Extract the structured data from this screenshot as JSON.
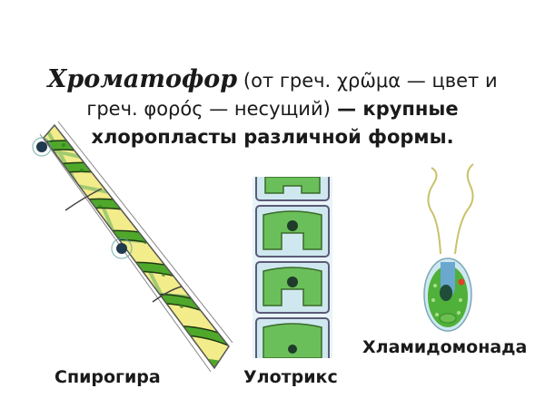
{
  "heading": {
    "term": "Хроматофор",
    "line1_rest": " (от греч. χρῶμα — цвет и",
    "line2_plain": "греч. φορός — несущий)",
    "line2_bold": " — крупные",
    "line3_bold": "хлоропласты различной формы."
  },
  "labels": {
    "spirogyra": "Спирогира",
    "ulothrix": "Улотрикс",
    "chlamydomonas": "Хламидомонада"
  },
  "colors": {
    "chloroplast_green": "#4fa82a",
    "dark_green": "#2e7d1e",
    "cell_yellow": "#f3ec8a",
    "cell_blue": "#cfe8ef",
    "nucleus": "#1f3b4d",
    "eyespot": "#e0402a"
  }
}
